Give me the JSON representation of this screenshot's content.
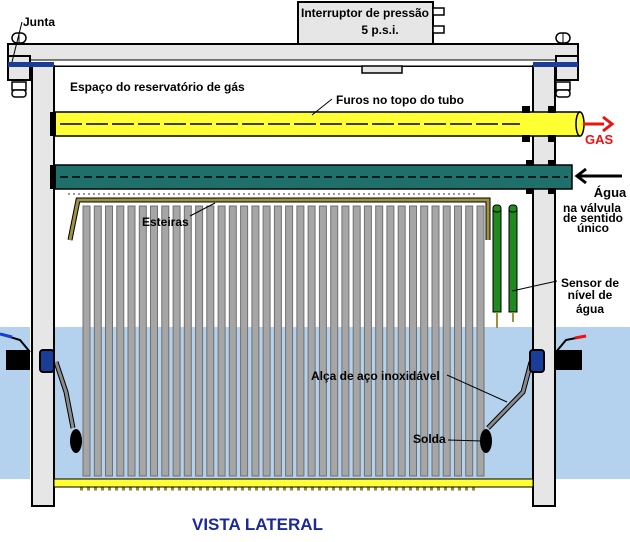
{
  "labels": {
    "pressure_switch_line1": "Interruptor de pressão",
    "pressure_switch_line2": "5 p.s.i.",
    "gasket": "Junta",
    "gas_space": "Espaço do reservatório de gás",
    "top_holes": "Furos no topo do tubo",
    "gas": "GAS",
    "water_line1": "Água",
    "water_line2": "na válvula",
    "water_line3": "de sentido",
    "water_line4": "único",
    "mats": "Esteiras",
    "sensor_line1": "Sensor de",
    "sensor_line2": "nível de",
    "sensor_line3": "água",
    "stainless_handle": "Alça de aço inoxidável",
    "weld": "Solda",
    "title": "VISTA LATERAL"
  },
  "colors": {
    "water": "#b4d2ee",
    "gas_tube": "#ffff33",
    "water_tube": "#1f6f6a",
    "plate_gray": "#a6a6a6",
    "plate_outline": "#707070",
    "frame_gray": "#e6e6e6",
    "hanger": "#9c9240",
    "sensor_green": "#1f8a1f",
    "gasket_blue": "#1a3d99",
    "gas_arrow": "#ee1111",
    "title_blue": "#1a2a9a",
    "base_yellow": "#ffff33"
  },
  "icons": [
    "pressure-switch-icon",
    "bolt-icon",
    "gas-arrow-icon",
    "water-arrow-icon",
    "electrode-wire-icon"
  ]
}
